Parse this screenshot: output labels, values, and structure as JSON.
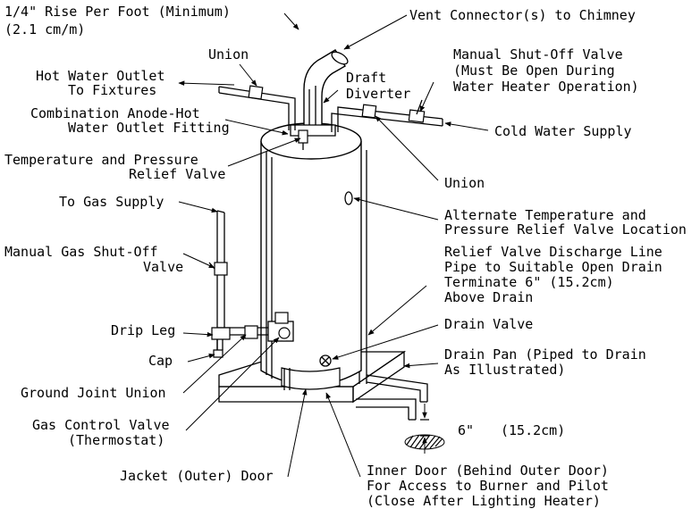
{
  "labels": {
    "rise_1": "1/4\" Rise Per Foot (Minimum)",
    "rise_2": "(2.1 cm/m)",
    "vent": "Vent Connector(s) to Chimney",
    "union_top": "Union",
    "draft_1": "Draft",
    "draft_2": "Diverter",
    "hot_1": "Hot Water Outlet",
    "hot_2": "To Fixtures",
    "manual_valve_1": "Manual Shut-Off Valve",
    "manual_valve_2": "(Must Be Open During",
    "manual_valve_3": "Water Heater Operation)",
    "anode_1": "Combination Anode-Hot",
    "anode_2": "Water Outlet Fitting",
    "cold": "Cold Water Supply",
    "tp_1": "Temperature and Pressure",
    "tp_2": "Relief Valve",
    "union_right": "Union",
    "gas_supply": "To Gas Supply",
    "alt_1": "Alternate Temperature and",
    "alt_2": "Pressure Relief Valve Location",
    "gas_valve_1": "Manual Gas Shut-Off",
    "gas_valve_2": "Valve",
    "relief_1": "Relief Valve Discharge Line",
    "relief_2": "Pipe to Suitable Open Drain",
    "relief_3": "Terminate 6\" (15.2cm)",
    "relief_4": "Above Drain",
    "drip": "Drip Leg",
    "drain_valve": "Drain Valve",
    "cap": "Cap",
    "pan_1": "Drain Pan (Piped to Drain",
    "pan_2": "As Illustrated)",
    "ground": "Ground Joint Union",
    "gcv_1": "Gas Control Valve",
    "gcv_2": "(Thermostat)",
    "dim_1": "6\"",
    "dim_2": "(15.2cm)",
    "jacket": "Jacket (Outer) Door",
    "inner_1": "Inner Door (Behind Outer Door)",
    "inner_2": "For Access to Burner and Pilot",
    "inner_3": "(Close After Lighting Heater)"
  }
}
